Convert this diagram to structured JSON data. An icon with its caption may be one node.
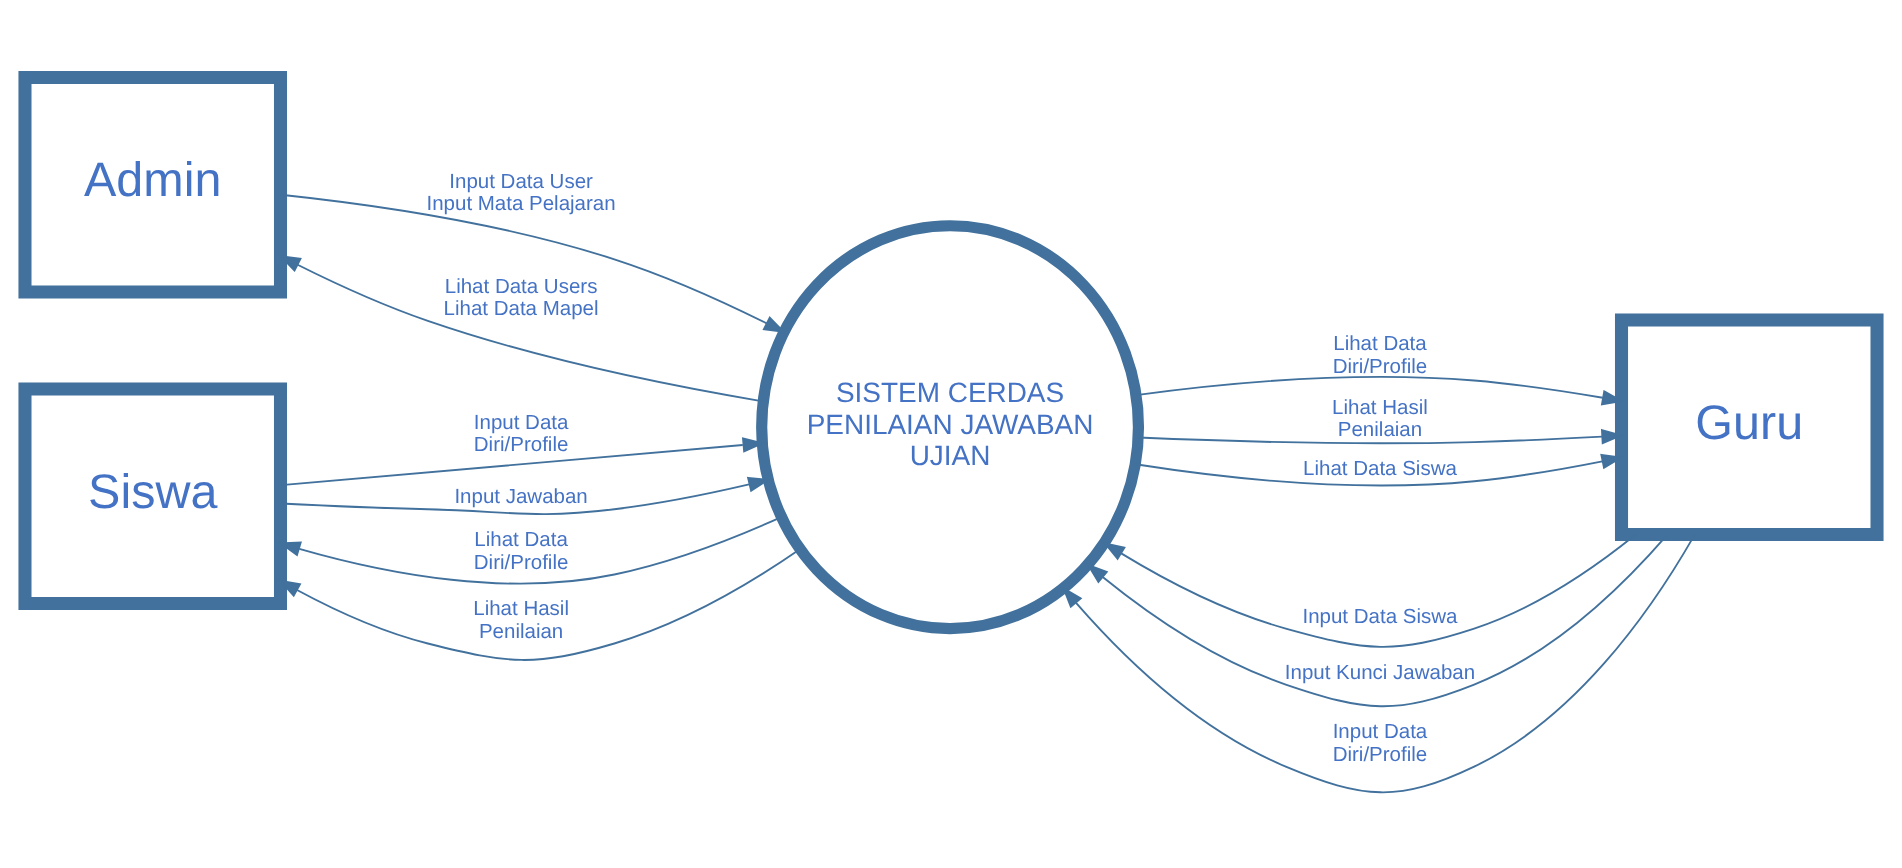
{
  "diagram": {
    "nodes": [
      {
        "text": [
          "Admin"
        ]
      },
      {
        "text": [
          "Siswa"
        ]
      },
      {
        "text": [
          "SISTEM CERDAS PENILAIAN JAWABAN UJIAN"
        ]
      },
      {
        "text": [
          "Guru"
        ]
      }
    ],
    "edges": [
      {
        "from": 0,
        "to": 2,
        "arrow": "to",
        "label": "Input Data User Input Mata Pelajaran"
      },
      {
        "from": 2,
        "to": 0,
        "arrow": "to",
        "label": "Lihat Data Users Lihat Data Mapel"
      },
      {
        "from": 1,
        "to": 2,
        "arrow": "to",
        "label": "Input Data Diri/Profile"
      },
      {
        "from": 1,
        "to": 2,
        "arrow": "to",
        "label": "Input Jawaban"
      },
      {
        "from": 2,
        "to": 1,
        "arrow": "to",
        "label": "Lihat Data Diri/Profile"
      },
      {
        "from": 2,
        "to": 1,
        "arrow": "to",
        "label": "Lihat Hasil Penilaian"
      },
      {
        "from": 3,
        "to": 2,
        "arrow": "to",
        "label": "Input Data Siswa"
      },
      {
        "from": 3,
        "to": 2,
        "arrow": "to",
        "label": "Input Kunci Jawaban"
      },
      {
        "from": 3,
        "to": 2,
        "arrow": "to",
        "label": "Input Data Diri/Profile"
      },
      {
        "from": 2,
        "to": 3,
        "arrow": "to",
        "label": "Lihat Data Diri/Profile"
      },
      {
        "from": 2,
        "to": 3,
        "arrow": "to",
        "label": "Lihat Hasil Penilaian"
      },
      {
        "from": 2,
        "to": 3,
        "arrow": "to",
        "label": "Lihat Data Siswa"
      }
    ]
  }
}
